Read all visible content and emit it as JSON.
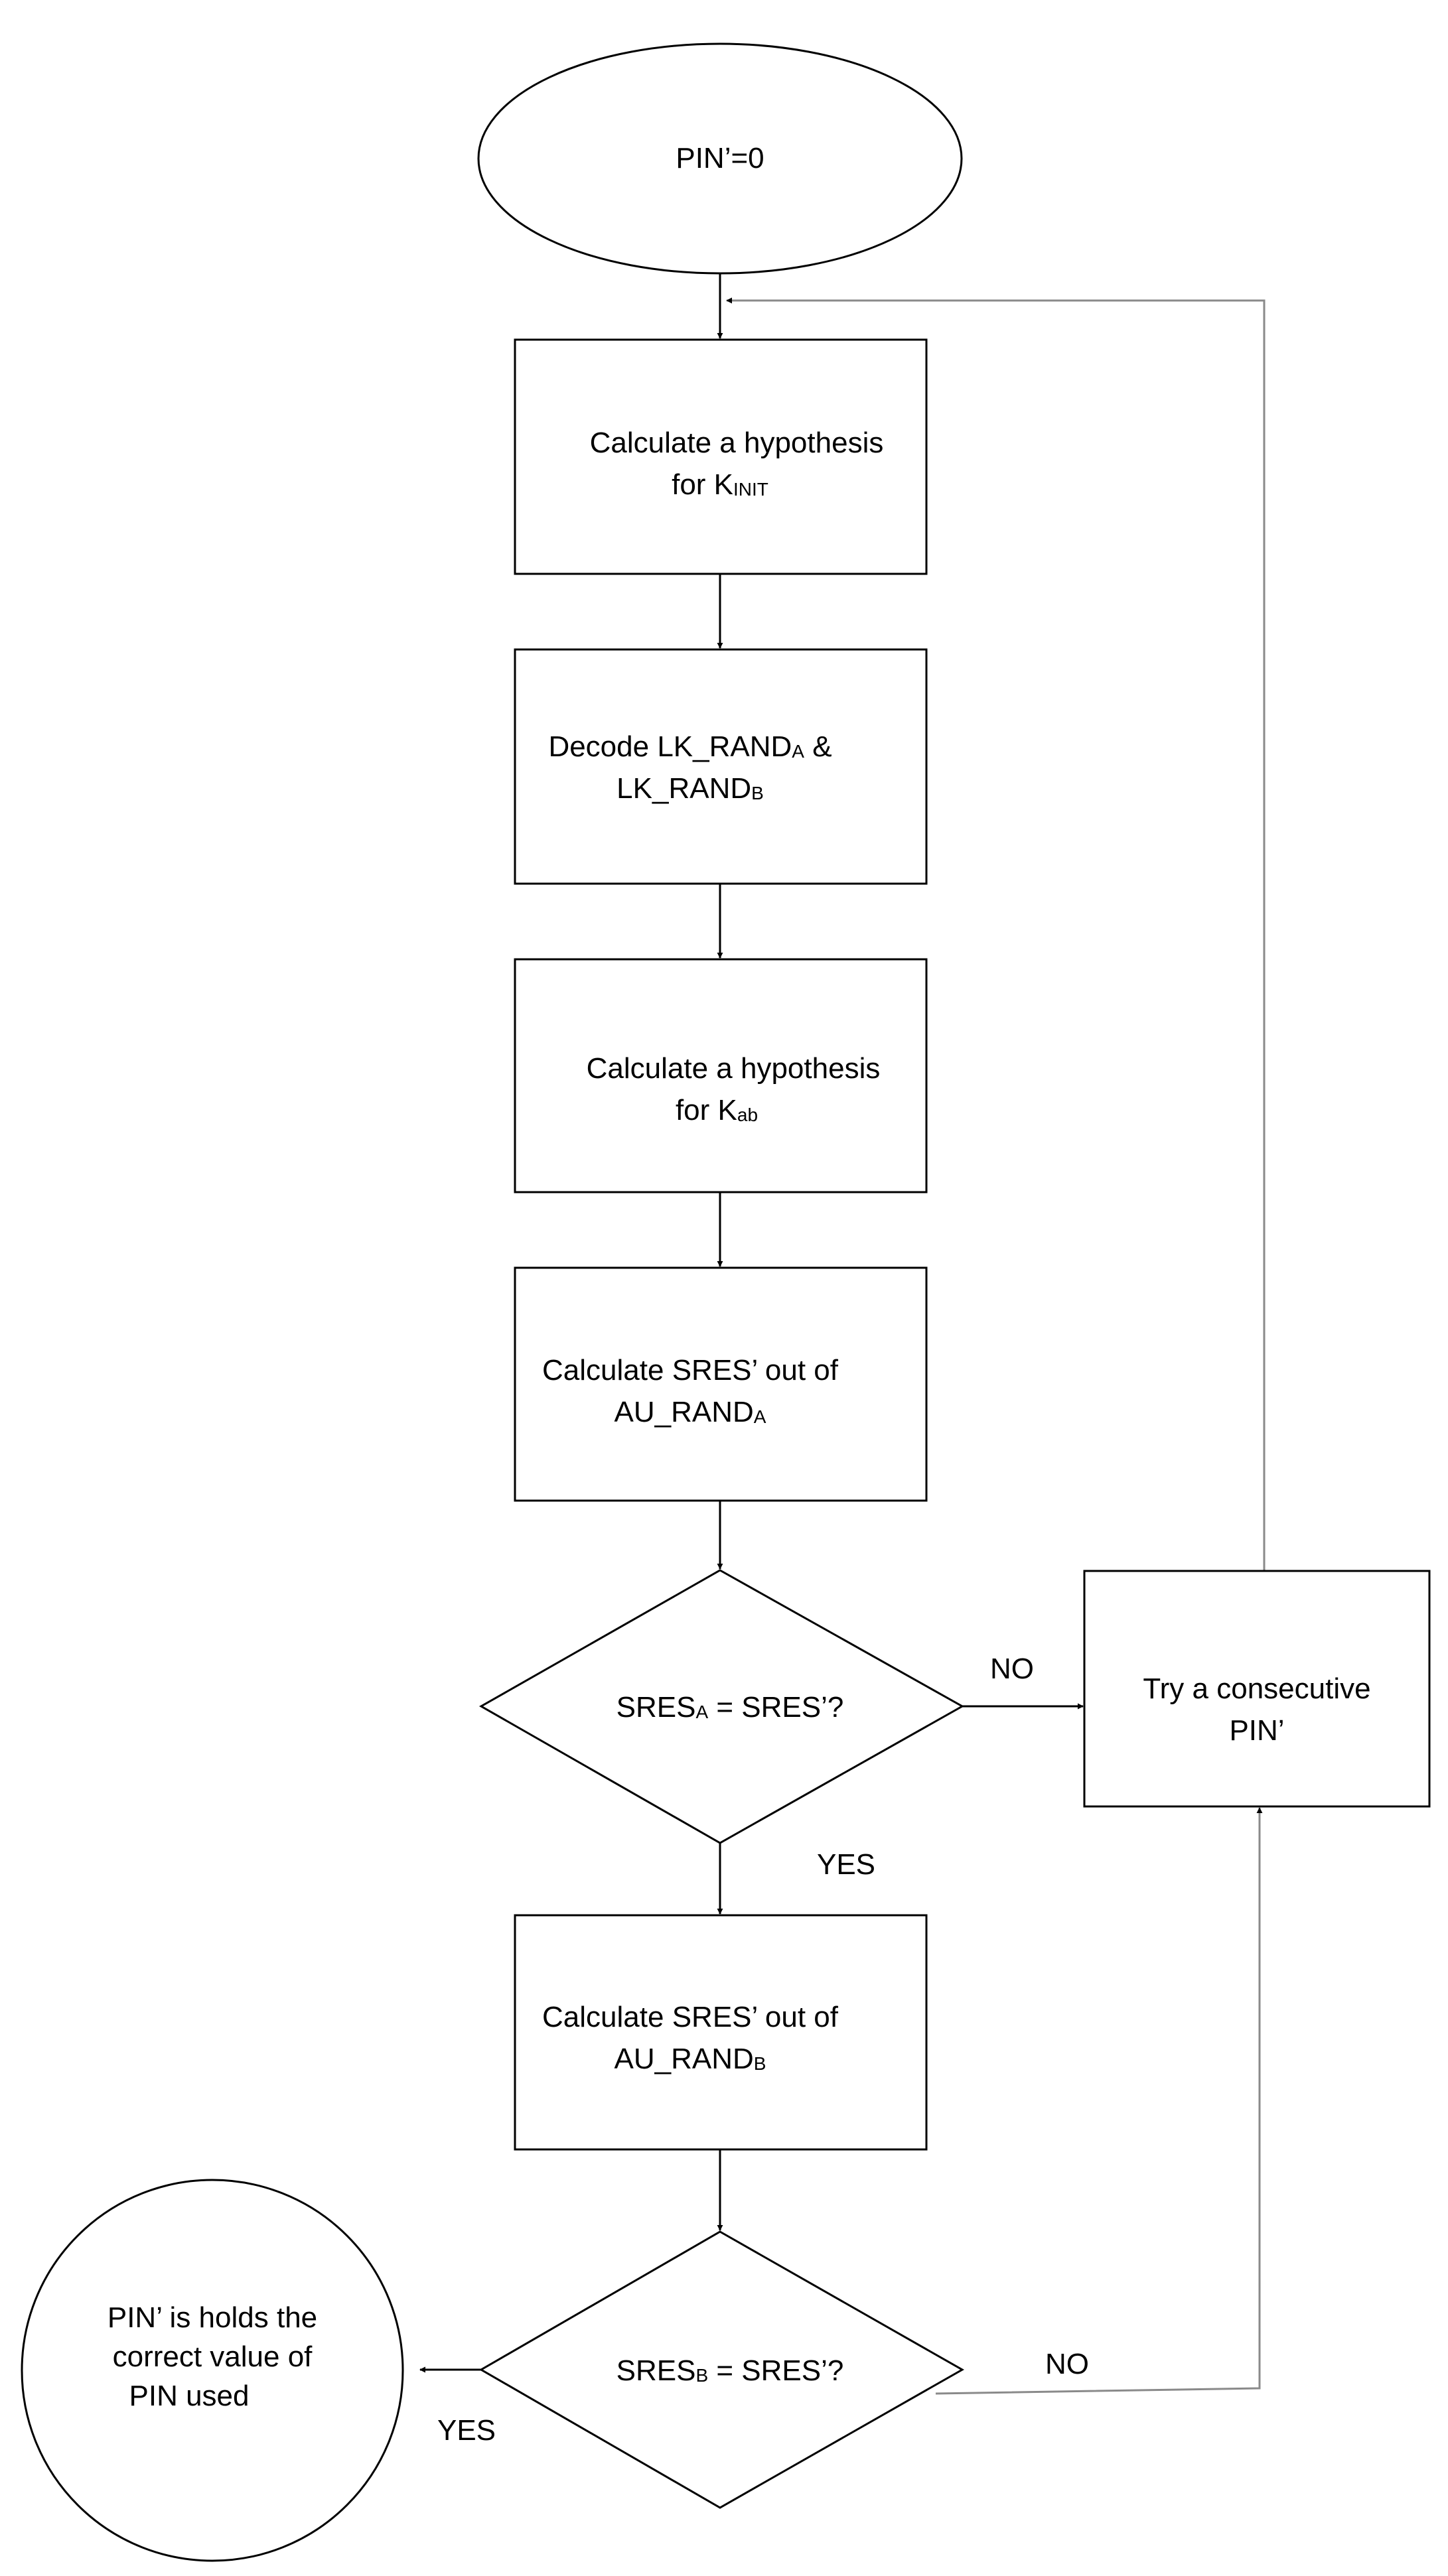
{
  "start": {
    "label": "PIN’=0"
  },
  "steps": {
    "hyp_kinit": {
      "line1": "Calculate a hypothesis",
      "line2_pre": "for K",
      "line2_sub": "INIT"
    },
    "decode": {
      "line1_pre": "Decode LK_RAND",
      "line1_sub": "A",
      "line1_post": " &",
      "line2_pre": "LK_RAND",
      "line2_sub": "B"
    },
    "hyp_kab": {
      "line1": "Calculate a hypothesis",
      "line2_pre": "for K",
      "line2_sub": "ab"
    },
    "sres_a": {
      "line1": "Calculate SRES’ out of",
      "line2_pre": "AU_RAND",
      "line2_sub": "A"
    },
    "sres_b": {
      "line1": "Calculate SRES’ out of",
      "line2_pre": "AU_RAND",
      "line2_sub": "B"
    },
    "try_pin": {
      "line1": "Try a consecutive",
      "line2": "PIN’"
    }
  },
  "decisions": {
    "check_a": {
      "pre": "SRES",
      "sub": "A",
      "post": " = SRES’?"
    },
    "check_b": {
      "pre": "SRES",
      "sub": "B",
      "post": " = SRES’?"
    }
  },
  "edge_labels": {
    "no_a": "NO",
    "yes_a": "YES",
    "no_b": "NO",
    "yes_b": "YES"
  },
  "end": {
    "line1": "PIN’ is holds the",
    "line2": "correct value of",
    "line3": "PIN used"
  },
  "colors": {
    "line": "#000000",
    "loop_line": "#8a8a8a",
    "background": "#ffffff"
  }
}
